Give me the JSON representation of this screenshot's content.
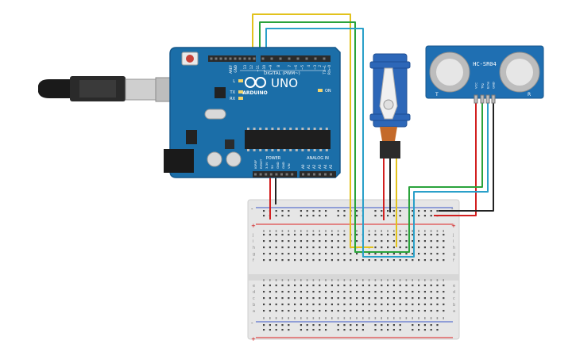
{
  "arduino": {
    "brand": "ARDUINO",
    "model": "UNO",
    "digital_label": "DIGITAL (PWM~)",
    "power_label": "POWER",
    "analog_label": "ANALOG IN",
    "tx_label": "TX",
    "rx_label": "RX",
    "l_label": "L",
    "on_label": "ON",
    "top_pins": [
      "AREF",
      "GND",
      "13",
      "12",
      "~11",
      "~10",
      "~9",
      "8",
      "7",
      "~6",
      "~5",
      "4",
      "~3",
      "2",
      "TX→1",
      "RX←0"
    ],
    "power_pins": [
      "IOREF",
      "RESET",
      "3.3V",
      "5V",
      "GND",
      "GND",
      "VIN"
    ],
    "analog_pins": [
      "A0",
      "A1",
      "A2",
      "A3",
      "A4",
      "A5"
    ],
    "colors": {
      "board": "#1b6ea8",
      "board_dark": "#14578a"
    }
  },
  "sensor": {
    "label": "HC-SR04",
    "left_mark": "T",
    "right_mark": "R",
    "pins": [
      "VCC",
      "Trig",
      "Echo",
      "GND"
    ],
    "color": "#1f6fb2"
  },
  "breadboard": {
    "row_letters_top": [
      "a",
      "b",
      "c",
      "d",
      "e"
    ],
    "row_letters_bottom": [
      "f",
      "g",
      "h",
      "i",
      "j"
    ],
    "plus_sign": "+",
    "minus_sign": "-",
    "columns": 30
  },
  "wires": {
    "colors": {
      "yellow": "#e2c21c",
      "green": "#2aa33b",
      "blue": "#2aa0c9",
      "red": "#d21f1f",
      "black": "#222222"
    }
  }
}
